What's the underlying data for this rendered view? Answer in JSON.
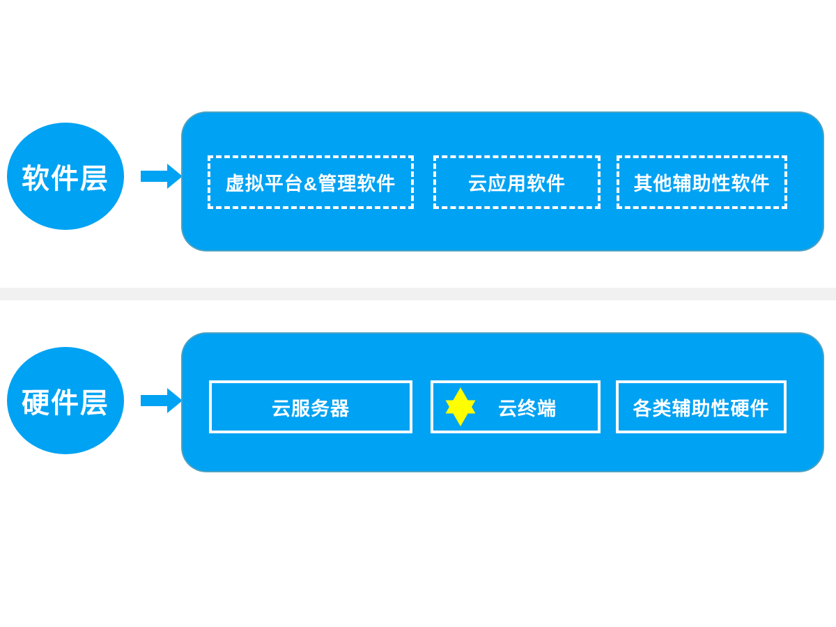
{
  "colors": {
    "primary_blue": "#00a2f3",
    "star_yellow": "#ffff00",
    "divider_gray": "#f1f1f1",
    "text_white": "#ffffff"
  },
  "layers": [
    {
      "id": "software-layer",
      "label": "软件层",
      "items": [
        {
          "label": "虚拟平台&管理软件",
          "border_style": "dashed"
        },
        {
          "label": "云应用软件",
          "border_style": "dashed"
        },
        {
          "label": "其他辅助性软件",
          "border_style": "dashed"
        }
      ]
    },
    {
      "id": "hardware-layer",
      "label": "硬件层",
      "items": [
        {
          "label": "云服务器",
          "border_style": "solid"
        },
        {
          "label": "云终端",
          "border_style": "solid",
          "icon": "six-pointed-star"
        },
        {
          "label": "各类辅助性硬件",
          "border_style": "solid"
        }
      ]
    }
  ]
}
